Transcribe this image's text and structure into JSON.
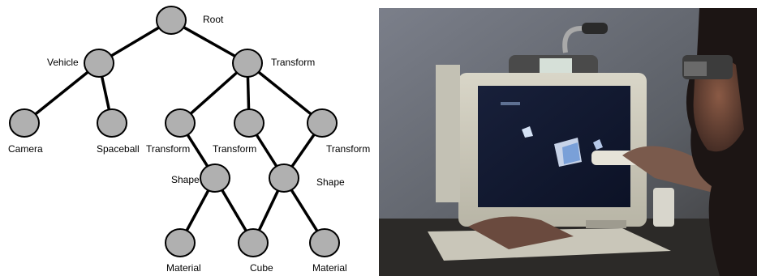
{
  "diagram": {
    "nodes": [
      {
        "id": "root",
        "label": "Root"
      },
      {
        "id": "vehicle",
        "label": "Vehicle"
      },
      {
        "id": "transform_top",
        "label": "Transform"
      },
      {
        "id": "camera",
        "label": "Camera"
      },
      {
        "id": "spaceball",
        "label": "Spaceball"
      },
      {
        "id": "transform_a",
        "label": "Transform"
      },
      {
        "id": "transform_b",
        "label": "Transform"
      },
      {
        "id": "transform_c",
        "label": "Transform"
      },
      {
        "id": "shape_left",
        "label": "Shape"
      },
      {
        "id": "shape_right",
        "label": "Shape"
      },
      {
        "id": "material_left",
        "label": "Material"
      },
      {
        "id": "cube",
        "label": "Cube"
      },
      {
        "id": "material_right",
        "label": "Material"
      }
    ],
    "edges": [
      [
        "root",
        "vehicle"
      ],
      [
        "root",
        "transform_top"
      ],
      [
        "vehicle",
        "camera"
      ],
      [
        "vehicle",
        "spaceball"
      ],
      [
        "transform_top",
        "transform_a"
      ],
      [
        "transform_top",
        "transform_b"
      ],
      [
        "transform_top",
        "transform_c"
      ],
      [
        "transform_a",
        "shape_left"
      ],
      [
        "transform_b",
        "shape_right"
      ],
      [
        "transform_c",
        "shape_right"
      ],
      [
        "shape_left",
        "material_left"
      ],
      [
        "shape_left",
        "cube"
      ],
      [
        "shape_right",
        "cube"
      ],
      [
        "shape_right",
        "material_right"
      ]
    ],
    "node_color": "#b0b0b0",
    "edge_color": "#000000"
  },
  "photo": {
    "subject": "person-wearing-head-mounted-display-at-crt-monitor"
  }
}
